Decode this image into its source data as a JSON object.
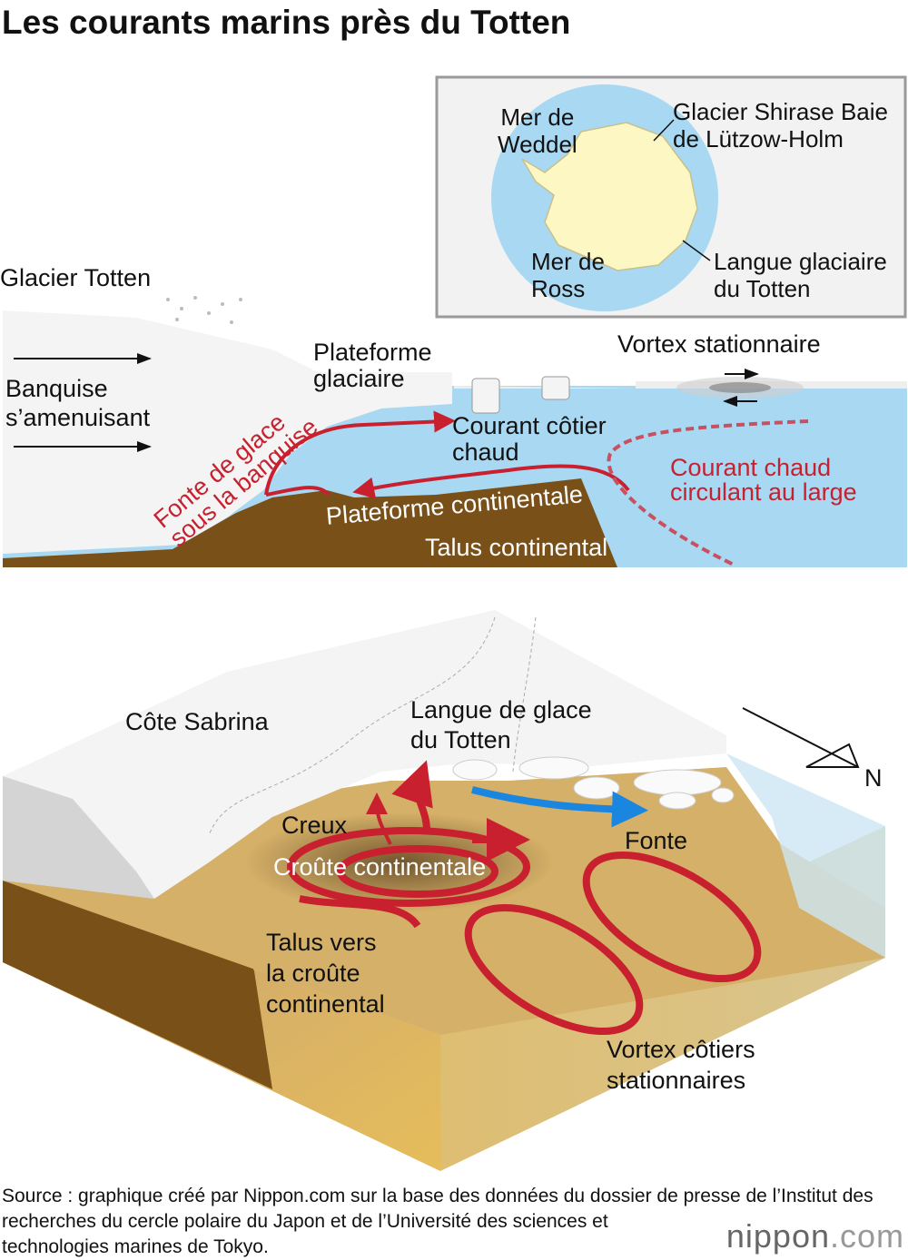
{
  "title": "Les courants marins près du Totten",
  "inset_map": {
    "weddell": "Mer de\nWeddel",
    "shirase": "Glacier Shirase Baie\nde Lützow-Holm",
    "ross": "Mer de\nRoss",
    "totten": "Langue glaciaire\ndu Totten"
  },
  "cross_section": {
    "glacier_totten": "Glacier Totten",
    "banquise": "Banquise\ns’amenuisant",
    "plateforme_glaciaire": "Plateforme\nglaciaire",
    "vortex": "Vortex stationnaire",
    "courant_cotier": "Courant côtier\nchaud",
    "courant_large": "Courant chaud\ncirculant au large",
    "fonte": "Fonte de glace\nsous la banquise",
    "plateforme_continentale": "Plateforme continentale",
    "talus": "Talus continental"
  },
  "block": {
    "cote_sabrina": "Côte Sabrina",
    "langue": "Langue de glace\ndu Totten",
    "north": "N",
    "creux": "Creux",
    "croute": "Croûte continentale",
    "fonte": "Fonte",
    "talus_vers": "Talus vers\nla croûte\ncontinental",
    "vortex_cotiers": "Vortex côtiers\nstationnaires"
  },
  "footer": {
    "source": "Source : graphique créé par Nippon.com sur la base des données du dossier de presse de l’Institut des recherches du cercle polaire du Japon et de l’Université des sciences et technologies marines de Tokyo.",
    "logo_main": "nippon",
    "logo_domain": ".com"
  },
  "colors": {
    "ocean": "#a8d8f2",
    "ice": "#f4f4f4",
    "seabed": "#7a5019",
    "current": "#c8202e",
    "cold": "#1a86e0"
  }
}
